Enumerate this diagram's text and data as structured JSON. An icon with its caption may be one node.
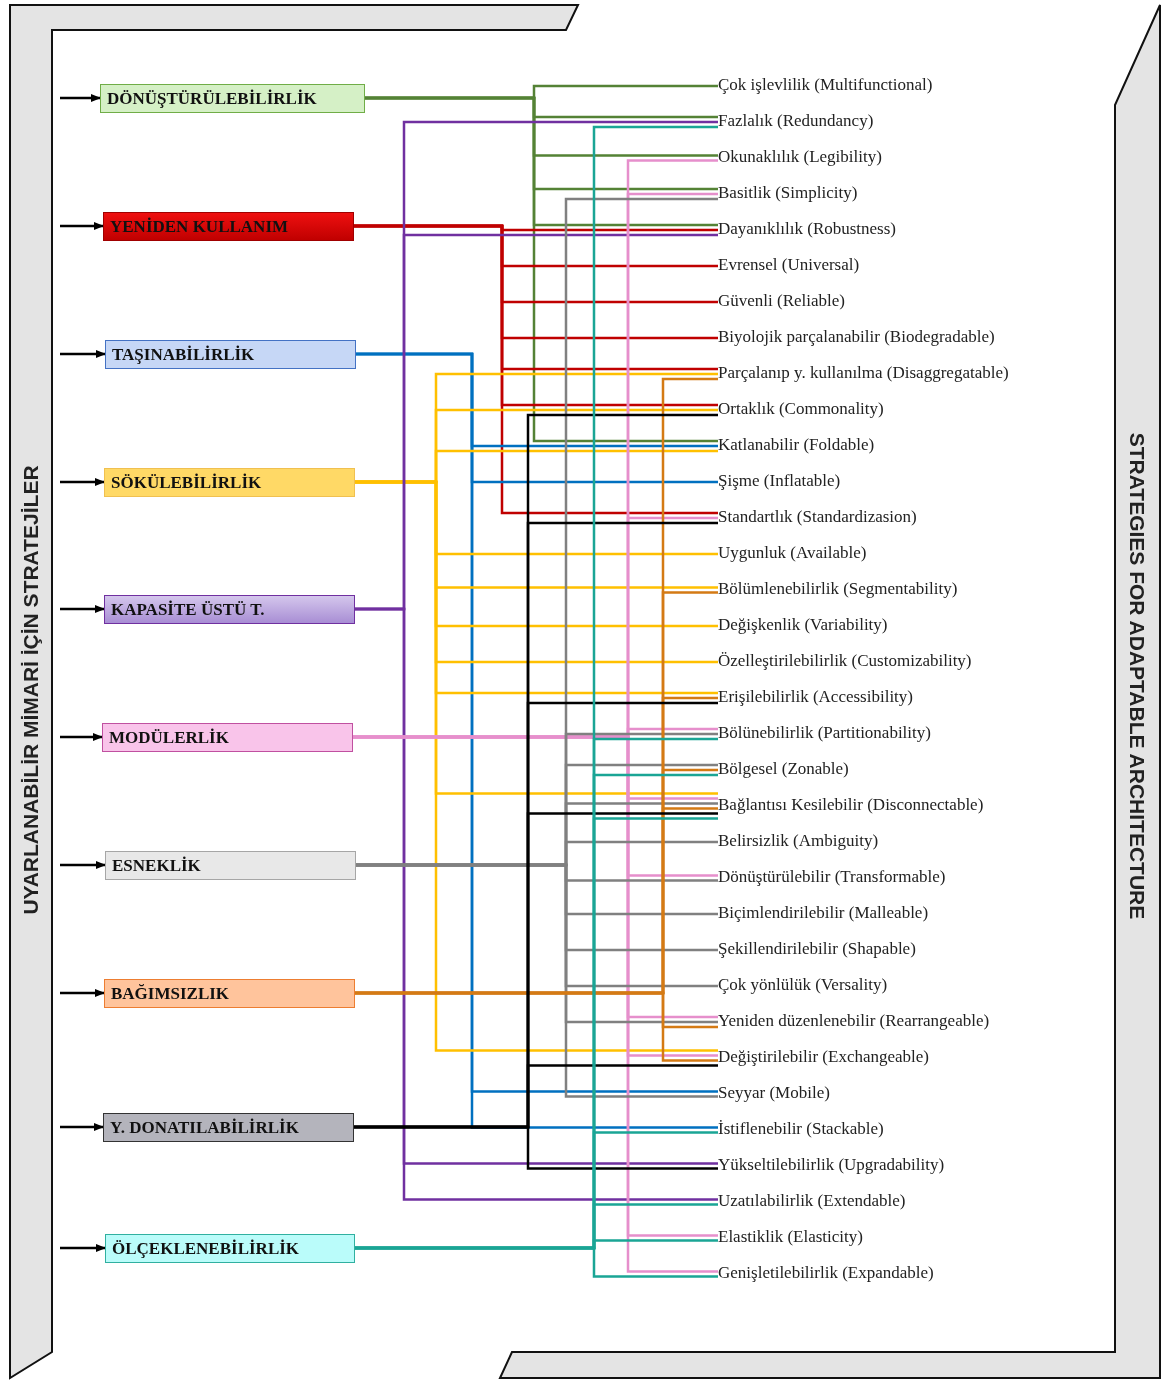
{
  "diagram": {
    "nodes": [
      {
        "text": [
          "DÖNÜŞTÜRÜLEBİLİRLİK"
        ]
      },
      {
        "text": [
          "YENİDEN KULLANIM"
        ]
      },
      {
        "text": [
          "TAŞINABİLİRLİK"
        ]
      },
      {
        "text": [
          "SÖKÜLEBİLİRLİK"
        ]
      },
      {
        "text": [
          "KAPASİTE ÜSTÜ T."
        ]
      },
      {
        "text": [
          "MODÜLERLİK"
        ]
      },
      {
        "text": [
          "ESNEKLİK"
        ]
      },
      {
        "text": [
          "BAĞIMSIZLIK"
        ]
      },
      {
        "text": [
          "Y. DONATILABİLİRLİK"
        ]
      },
      {
        "text": [
          "ÖLÇEKLENEBİLİRLİK"
        ]
      },
      {
        "text": [
          "Çok işlevlilik (Multifunctional)"
        ]
      },
      {
        "text": [
          "Fazlalık (Redundancy)"
        ]
      },
      {
        "text": [
          "Okunaklılık (Legibility)"
        ]
      },
      {
        "text": [
          "Basitlik (Simplicity)"
        ]
      },
      {
        "text": [
          "Dayanıklılık (Robustness)"
        ]
      },
      {
        "text": [
          "Evrensel (Universal)"
        ]
      },
      {
        "text": [
          "Güvenli (Reliable)"
        ]
      },
      {
        "text": [
          "Biyolojik parçalanabilir (Biodegradable)"
        ]
      },
      {
        "text": [
          "Parçalanıp y. kullanılma (Disaggregatable)"
        ]
      },
      {
        "text": [
          "Ortaklık (Commonality)"
        ]
      },
      {
        "text": [
          "Katlanabilir (Foldable)"
        ]
      },
      {
        "text": [
          "Şişme (Inflatable)"
        ]
      },
      {
        "text": [
          "Standartlık (Standardizasion)"
        ]
      },
      {
        "text": [
          "Uygunluk (Available)"
        ]
      },
      {
        "text": [
          "Bölümlenebilirlik (Segmentability)"
        ]
      },
      {
        "text": [
          "Değişkenlik (Variability)"
        ]
      },
      {
        "text": [
          "Özelleştirilebilirlik (Customizability)"
        ]
      },
      {
        "text": [
          "Erişilebilirlik (Accessibility)"
        ]
      },
      {
        "text": [
          "Bölünebilirlik (Partitionability)"
        ]
      },
      {
        "text": [
          "Bölgesel (Zonable)"
        ]
      },
      {
        "text": [
          "Bağlantısı Kesilebilir (Disconnectable)"
        ]
      },
      {
        "text": [
          "Belirsizlik (Ambiguity)"
        ]
      },
      {
        "text": [
          "Dönüştürülebilir (Transformable)"
        ]
      },
      {
        "text": [
          "Biçimlendirilebilir (Malleable)"
        ]
      },
      {
        "text": [
          "Şekillendirilebilir (Shapable)"
        ]
      },
      {
        "text": [
          "Çok yönlülük (Versality)"
        ]
      },
      {
        "text": [
          "Yeniden düzenlenebilir (Rearrangeable)"
        ]
      },
      {
        "text": [
          "Değiştirilebilir (Exchangeable)"
        ]
      },
      {
        "text": [
          "Seyyar (Mobile)"
        ]
      },
      {
        "text": [
          "İstiflenebilir (Stackable)"
        ]
      },
      {
        "text": [
          "Yükseltilebilirlik (Upgradability)"
        ]
      },
      {
        "text": [
          "Uzatılabilirlik (Extendable)"
        ]
      },
      {
        "text": [
          "Elastiklik (Elasticity)"
        ]
      },
      {
        "text": [
          "Genişletilebilirlik (Expandable)"
        ]
      }
    ],
    "edges": [
      {
        "from": null,
        "to": 0,
        "arrow": "to"
      },
      {
        "from": null,
        "to": 1,
        "arrow": "to"
      },
      {
        "from": null,
        "to": 2,
        "arrow": "to"
      },
      {
        "from": null,
        "to": 3,
        "arrow": "to"
      },
      {
        "from": null,
        "to": 4,
        "arrow": "to"
      },
      {
        "from": null,
        "to": 5,
        "arrow": "to"
      },
      {
        "from": null,
        "to": 6,
        "arrow": "to"
      },
      {
        "from": null,
        "to": 7,
        "arrow": "to"
      },
      {
        "from": null,
        "to": 8,
        "arrow": "to"
      },
      {
        "from": null,
        "to": 9,
        "arrow": "to"
      },
      {
        "from": 0,
        "to": 10,
        "arrow": "none",
        "color": "#548235"
      },
      {
        "from": 0,
        "to": 11,
        "arrow": "none",
        "color": "#548235"
      },
      {
        "from": 0,
        "to": 12,
        "arrow": "none",
        "color": "#548235"
      },
      {
        "from": 0,
        "to": 13,
        "arrow": "none",
        "color": "#548235"
      },
      {
        "from": 0,
        "to": 14,
        "arrow": "none",
        "color": "#548235"
      },
      {
        "from": 0,
        "to": 20,
        "arrow": "none",
        "color": "#548235"
      },
      {
        "from": 1,
        "to": 14,
        "arrow": "none",
        "color": "#c00000"
      },
      {
        "from": 1,
        "to": 15,
        "arrow": "none",
        "color": "#c00000"
      },
      {
        "from": 1,
        "to": 16,
        "arrow": "none",
        "color": "#c00000"
      },
      {
        "from": 1,
        "to": 17,
        "arrow": "none",
        "color": "#c00000"
      },
      {
        "from": 1,
        "to": 18,
        "arrow": "none",
        "color": "#c00000"
      },
      {
        "from": 1,
        "to": 19,
        "arrow": "none",
        "color": "#c00000"
      },
      {
        "from": 1,
        "to": 22,
        "arrow": "none",
        "color": "#c00000"
      },
      {
        "from": 2,
        "to": 20,
        "arrow": "none",
        "color": "#0070c0"
      },
      {
        "from": 2,
        "to": 21,
        "arrow": "none",
        "color": "#0070c0"
      },
      {
        "from": 2,
        "to": 38,
        "arrow": "none",
        "color": "#0070c0"
      },
      {
        "from": 2,
        "to": 39,
        "arrow": "none",
        "color": "#0070c0"
      },
      {
        "from": 3,
        "to": 18,
        "arrow": "none",
        "color": "#ffc000"
      },
      {
        "from": 3,
        "to": 19,
        "arrow": "none",
        "color": "#ffc000"
      },
      {
        "from": 3,
        "to": 20,
        "arrow": "none",
        "color": "#ffc000"
      },
      {
        "from": 3,
        "to": 23,
        "arrow": "none",
        "color": "#ffc000"
      },
      {
        "from": 3,
        "to": 24,
        "arrow": "none",
        "color": "#ffc000"
      },
      {
        "from": 3,
        "to": 25,
        "arrow": "none",
        "color": "#ffc000"
      },
      {
        "from": 3,
        "to": 26,
        "arrow": "none",
        "color": "#ffc000"
      },
      {
        "from": 3,
        "to": 27,
        "arrow": "none",
        "color": "#ffc000"
      },
      {
        "from": 3,
        "to": 30,
        "arrow": "none",
        "color": "#ffc000"
      },
      {
        "from": 3,
        "to": 37,
        "arrow": "none",
        "color": "#ffc000"
      },
      {
        "from": 4,
        "to": 11,
        "arrow": "none",
        "color": "#7030a0"
      },
      {
        "from": 4,
        "to": 14,
        "arrow": "none",
        "color": "#7030a0"
      },
      {
        "from": 4,
        "to": 40,
        "arrow": "none",
        "color": "#7030a0"
      },
      {
        "from": 4,
        "to": 41,
        "arrow": "none",
        "color": "#7030a0"
      },
      {
        "from": 5,
        "to": 12,
        "arrow": "none",
        "color": "#e68fcc"
      },
      {
        "from": 5,
        "to": 13,
        "arrow": "none",
        "color": "#e68fcc"
      },
      {
        "from": 5,
        "to": 22,
        "arrow": "none",
        "color": "#e68fcc"
      },
      {
        "from": 5,
        "to": 28,
        "arrow": "none",
        "color": "#e68fcc"
      },
      {
        "from": 5,
        "to": 30,
        "arrow": "none",
        "color": "#e68fcc"
      },
      {
        "from": 5,
        "to": 32,
        "arrow": "none",
        "color": "#e68fcc"
      },
      {
        "from": 5,
        "to": 36,
        "arrow": "none",
        "color": "#e68fcc"
      },
      {
        "from": 5,
        "to": 37,
        "arrow": "none",
        "color": "#e68fcc"
      },
      {
        "from": 5,
        "to": 42,
        "arrow": "none",
        "color": "#e68fcc"
      },
      {
        "from": 5,
        "to": 43,
        "arrow": "none",
        "color": "#e68fcc"
      },
      {
        "from": 6,
        "to": 13,
        "arrow": "none",
        "color": "#808080"
      },
      {
        "from": 6,
        "to": 28,
        "arrow": "none",
        "color": "#808080"
      },
      {
        "from": 6,
        "to": 29,
        "arrow": "none",
        "color": "#808080"
      },
      {
        "from": 6,
        "to": 30,
        "arrow": "none",
        "color": "#808080"
      },
      {
        "from": 6,
        "to": 31,
        "arrow": "none",
        "color": "#808080"
      },
      {
        "from": 6,
        "to": 32,
        "arrow": "none",
        "color": "#808080"
      },
      {
        "from": 6,
        "to": 33,
        "arrow": "none",
        "color": "#808080"
      },
      {
        "from": 6,
        "to": 34,
        "arrow": "none",
        "color": "#808080"
      },
      {
        "from": 6,
        "to": 35,
        "arrow": "none",
        "color": "#808080"
      },
      {
        "from": 6,
        "to": 36,
        "arrow": "none",
        "color": "#808080"
      },
      {
        "from": 6,
        "to": 38,
        "arrow": "none",
        "color": "#808080"
      },
      {
        "from": 7,
        "to": 18,
        "arrow": "none",
        "color": "#d47a14"
      },
      {
        "from": 7,
        "to": 24,
        "arrow": "none",
        "color": "#d47a14"
      },
      {
        "from": 7,
        "to": 27,
        "arrow": "none",
        "color": "#d47a14"
      },
      {
        "from": 7,
        "to": 29,
        "arrow": "none",
        "color": "#d47a14"
      },
      {
        "from": 7,
        "to": 30,
        "arrow": "none",
        "color": "#d47a14"
      },
      {
        "from": 7,
        "to": 36,
        "arrow": "none",
        "color": "#d47a14"
      },
      {
        "from": 7,
        "to": 37,
        "arrow": "none",
        "color": "#d47a14"
      },
      {
        "from": 8,
        "to": 19,
        "arrow": "none",
        "color": "#000000"
      },
      {
        "from": 8,
        "to": 22,
        "arrow": "none",
        "color": "#000000"
      },
      {
        "from": 8,
        "to": 27,
        "arrow": "none",
        "color": "#000000"
      },
      {
        "from": 8,
        "to": 30,
        "arrow": "none",
        "color": "#000000"
      },
      {
        "from": 8,
        "to": 37,
        "arrow": "none",
        "color": "#000000"
      },
      {
        "from": 8,
        "to": 40,
        "arrow": "none",
        "color": "#000000"
      },
      {
        "from": 9,
        "to": 11,
        "arrow": "none",
        "color": "#1aa595"
      },
      {
        "from": 9,
        "to": 28,
        "arrow": "none",
        "color": "#1aa595"
      },
      {
        "from": 9,
        "to": 29,
        "arrow": "none",
        "color": "#1aa595"
      },
      {
        "from": 9,
        "to": 30,
        "arrow": "none",
        "color": "#1aa595"
      },
      {
        "from": 9,
        "to": 39,
        "arrow": "none",
        "color": "#1aa595"
      },
      {
        "from": 9,
        "to": 41,
        "arrow": "none",
        "color": "#1aa595"
      },
      {
        "from": 9,
        "to": 42,
        "arrow": "none",
        "color": "#1aa595"
      },
      {
        "from": 9,
        "to": 43,
        "arrow": "none",
        "color": "#1aa595"
      }
    ],
    "labels": [
      "UYARLANABİLİR MİMARİ İÇİN STRATEJİLER",
      "STRATEGIES FOR ADAPTABLE ARCHITECTURE"
    ]
  }
}
